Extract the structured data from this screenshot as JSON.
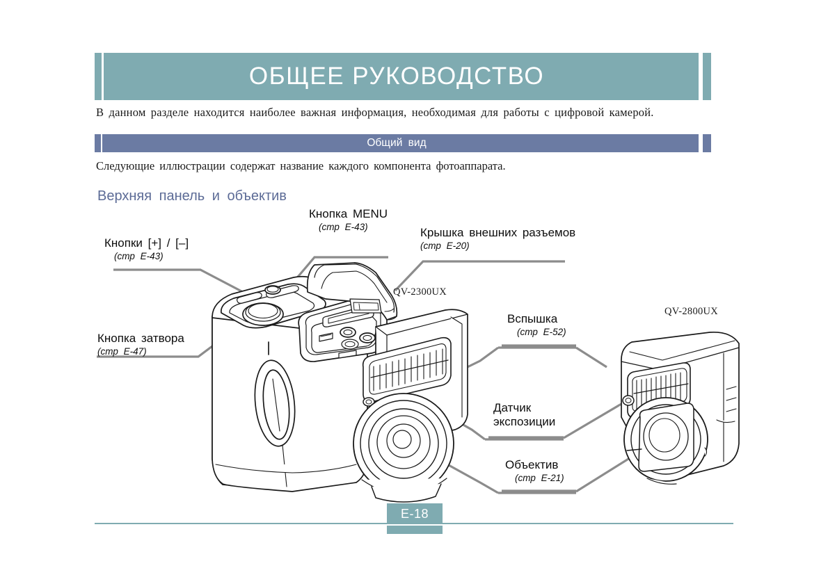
{
  "header": {
    "title": "ОБЩЕЕ РУКОВОДСТВО",
    "accent_color": "#7fabb1"
  },
  "intro": {
    "text": "В данном разделе находится наиболее важная информация, необходимая для работы с цифровой камерой."
  },
  "section": {
    "bar_label": "Общий вид",
    "bar_color": "#6b7ba3",
    "description": "Следующие иллюстрации содержат название каждого компонента фотоаппарата."
  },
  "subsection": {
    "heading": "Верхняя панель и объектив",
    "heading_color": "#5c6b96"
  },
  "callouts": [
    {
      "id": "menu-button",
      "title": "Кнопка MENU",
      "ref": "(стр    E-43)"
    },
    {
      "id": "plus-minus-buttons",
      "title": "Кнопки [+] / [–]",
      "ref": "(стр    E-43)"
    },
    {
      "id": "connector-cover",
      "title": "Крышка внешних разъемов",
      "ref": "(стр    E-20)"
    },
    {
      "id": "shutter-button",
      "title": "Кнопка затвора",
      "ref": "(стр    E-47)"
    },
    {
      "id": "flash",
      "title": "Вспышка",
      "ref": "(стр    E-52)"
    },
    {
      "id": "exposure-sensor",
      "title_line1": "Датчик",
      "title_line2": "экспозиции",
      "ref": ""
    },
    {
      "id": "lens",
      "title": "Объектив",
      "ref": "(стр    E-21)"
    }
  ],
  "model_labels": [
    {
      "id": "model-qv2300ux",
      "text": "QV-2300UX"
    },
    {
      "id": "model-qv2800ux",
      "text": "QV-2800UX"
    }
  ],
  "footer": {
    "page_number": "E-18",
    "rule_color": "#7fabb1"
  },
  "illustration": {
    "alt": "Line drawing of digital camera top panel and lens, two models shown",
    "line_color": "#1a1a1a",
    "leader_color": "#8c8c8c"
  }
}
